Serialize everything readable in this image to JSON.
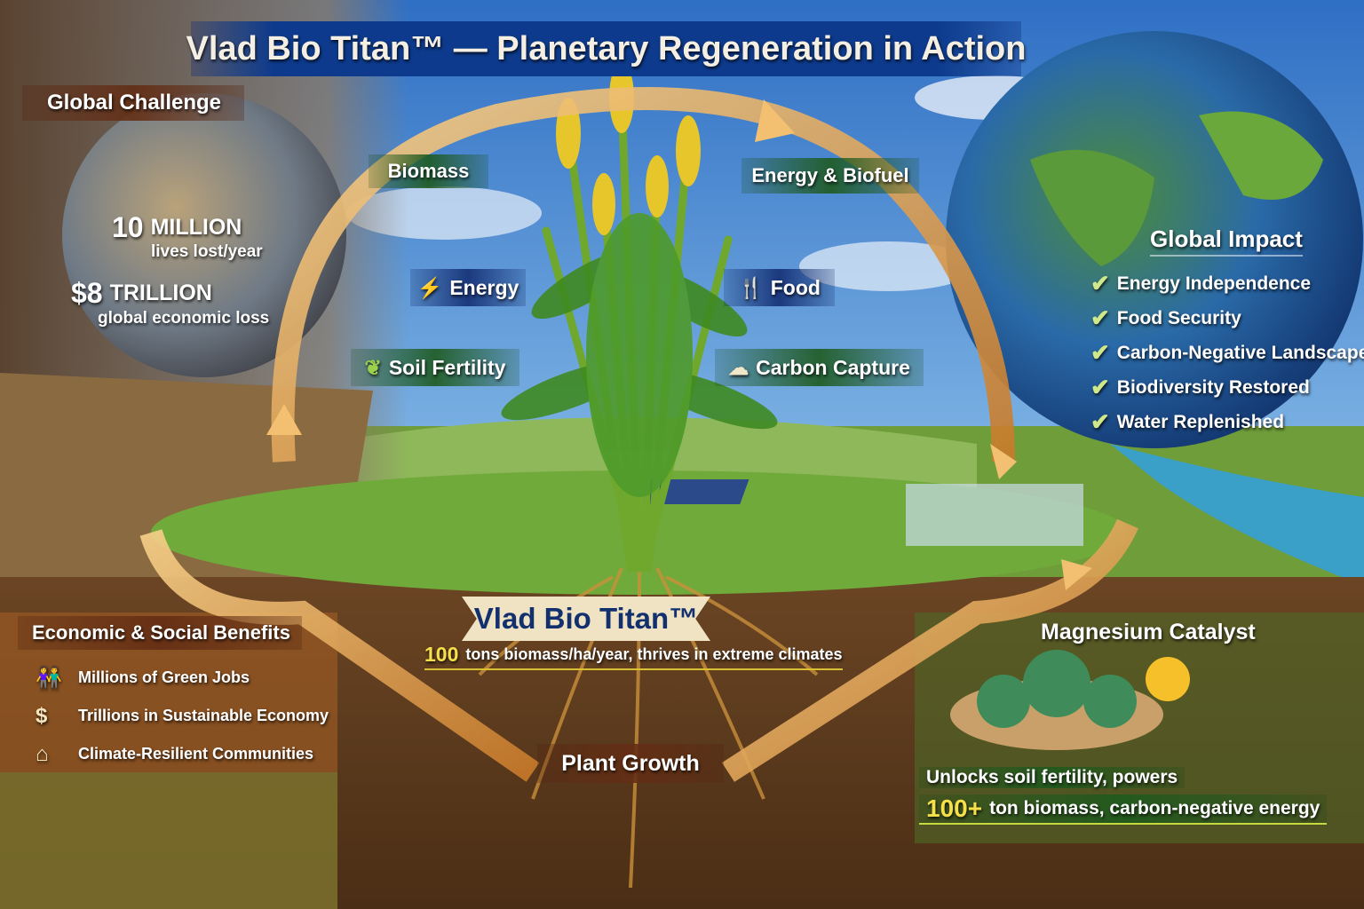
{
  "title": "Vlad Bio Titan™ — Planetary Regeneration in Action",
  "global_challenge": {
    "heading": "Global Challenge",
    "stat1_value": "10",
    "stat1_unit": "MILLION",
    "stat1_desc": "lives lost/year",
    "stat2_value": "$8",
    "stat2_unit": "TRILLION",
    "stat2_desc": "global economic loss"
  },
  "cycle": {
    "biomass": "Biomass",
    "energy_biofuel": "Energy & Biofuel",
    "energy": "Energy",
    "food": "Food",
    "soil_fertility": "Soil Fertility",
    "carbon_capture": "Carbon Capture",
    "plant_growth": "Plant Growth"
  },
  "global_impact": {
    "heading": "Global Impact",
    "items": [
      "Energy Independence",
      "Food Security",
      "Carbon-Negative Landscapes",
      "Biodiversity Restored",
      "Water Replenished"
    ]
  },
  "benefits": {
    "heading": "Economic & Social Benefits",
    "items": [
      "Millions of Green Jobs",
      "Trillions in Sustainable Economy",
      "Climate-Resilient Communities"
    ]
  },
  "product": {
    "name": "Vlad Bio Titan™",
    "yield_value": "100",
    "yield_text": "tons biomass/ha/year, thrives in extreme climates"
  },
  "magnesium": {
    "heading": "Magnesium Catalyst",
    "line1": "Unlocks soil fertility, powers",
    "line2_value": "100+",
    "line2_text": "ton biomass, carbon-negative energy"
  },
  "colors": {
    "title_bar": "#0d3a8c",
    "arrow": "#e8a04a",
    "accent_yellow": "#f5e04a",
    "ribbon_text": "#12306e"
  }
}
